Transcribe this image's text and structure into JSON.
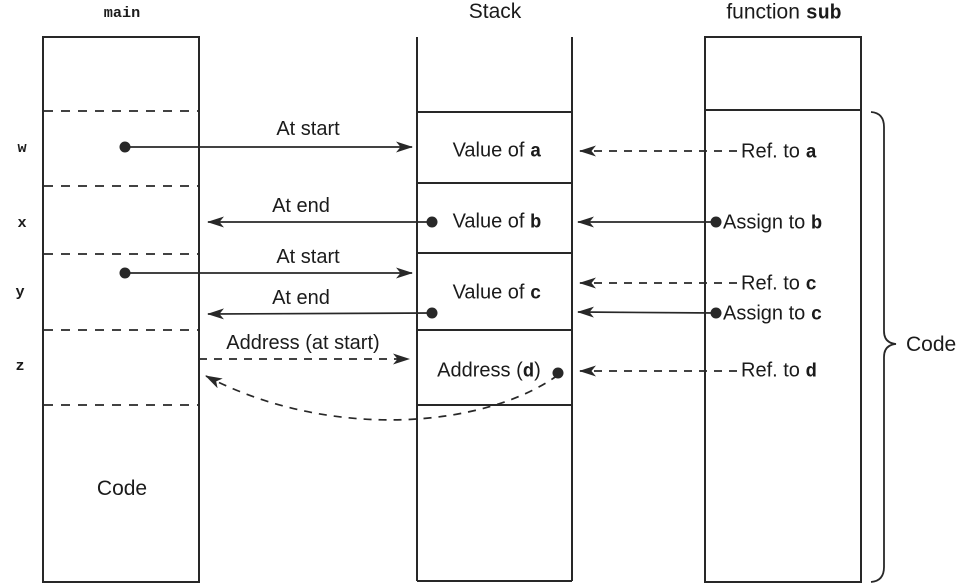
{
  "titles": {
    "main": "main",
    "stack": "Stack",
    "sub_prefix": "function ",
    "sub_var": "sub"
  },
  "main_column": {
    "var_labels": [
      "w",
      "x",
      "y",
      "z"
    ],
    "code_label": "Code"
  },
  "stack_column": {
    "cells": [
      {
        "prefix": "Value of ",
        "var": "a",
        "suffix": ""
      },
      {
        "prefix": "Value of ",
        "var": "b",
        "suffix": ""
      },
      {
        "prefix": "Value of ",
        "var": "c",
        "suffix": ""
      },
      {
        "prefix": "Address (",
        "var": "d",
        "suffix": ")"
      }
    ]
  },
  "sub_column": {
    "rows": [
      {
        "prefix": "Ref. to ",
        "var": "a"
      },
      {
        "prefix": "Assign to ",
        "var": "b"
      },
      {
        "prefix": "Ref. to ",
        "var": "c"
      },
      {
        "prefix": "Assign to ",
        "var": "c"
      },
      {
        "prefix": "Ref. to ",
        "var": "d"
      }
    ],
    "brace_label": "Code"
  },
  "arrow_labels": {
    "w_at_start": "At start",
    "x_at_end": "At end",
    "y_at_start": "At start",
    "y_at_end": "At end",
    "z_address": "Address (at start)"
  },
  "colors": {
    "line": "#282828",
    "text": "#1b1b1b",
    "background": "#ffffff"
  }
}
